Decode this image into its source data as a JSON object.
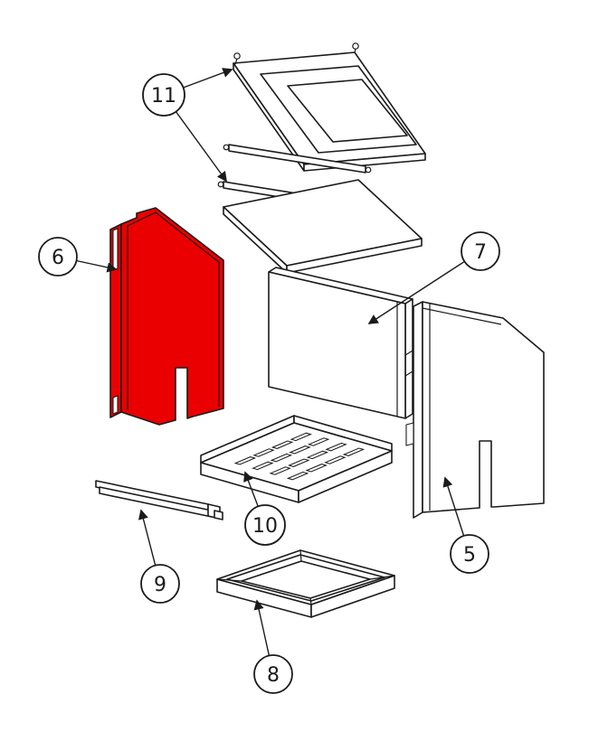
{
  "diagram": {
    "type": "exploded-parts-diagram",
    "background_color": "#ffffff",
    "line_color": "#1b1b1b",
    "highlight": {
      "color": "#ea0000",
      "part_label": "6"
    },
    "callouts": [
      {
        "label": "11",
        "part": "top-plate-assembly"
      },
      {
        "label": "6",
        "part": "left-side-panel-highlighted"
      },
      {
        "label": "7",
        "part": "back-panel"
      },
      {
        "label": "5",
        "part": "right-side-panel"
      },
      {
        "label": "10",
        "part": "base-grate"
      },
      {
        "label": "9",
        "part": "front-bar"
      },
      {
        "label": "8",
        "part": "ash-pan"
      }
    ]
  }
}
